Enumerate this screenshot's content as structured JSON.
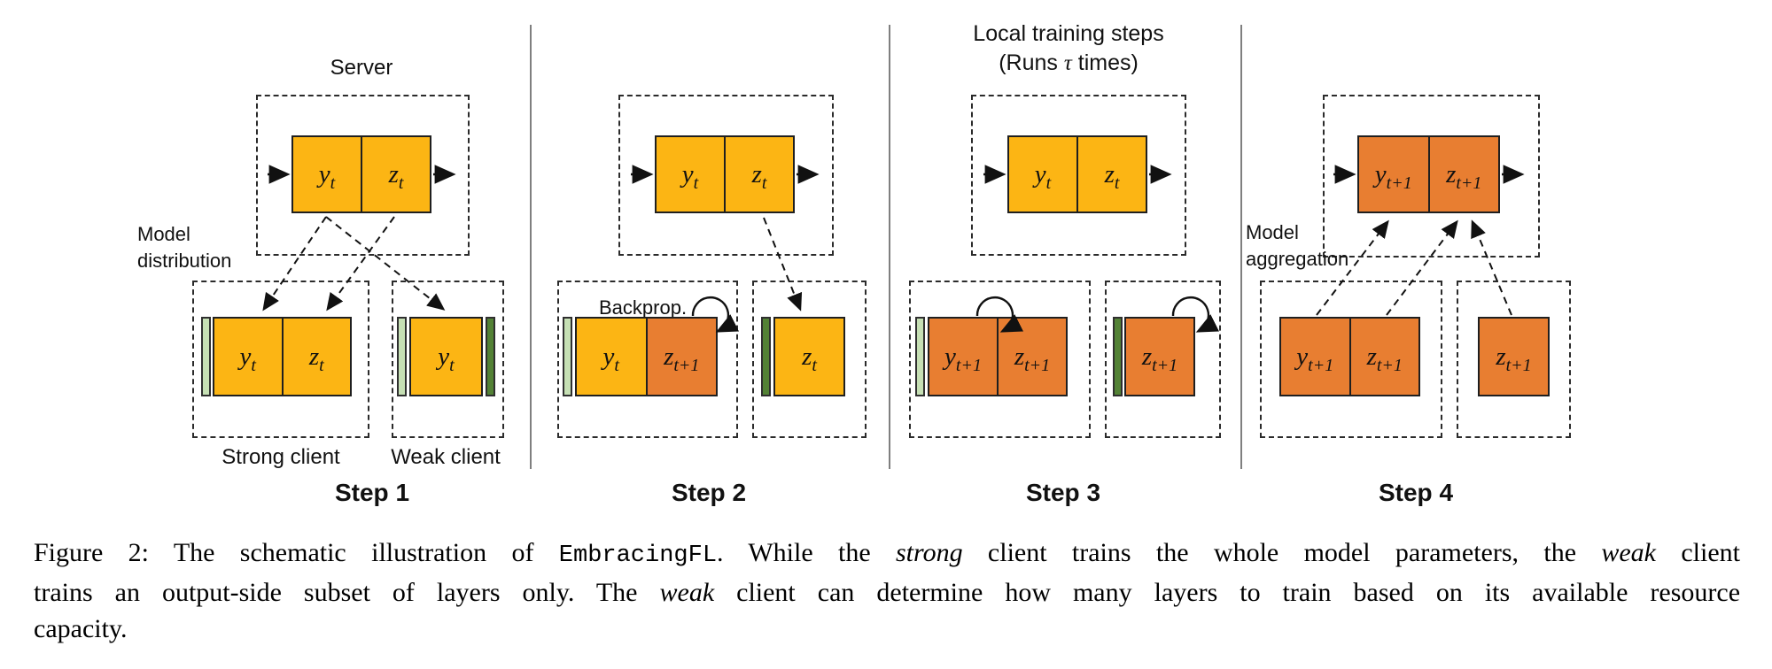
{
  "figure": {
    "colors": {
      "model_yellow": "#FCB514",
      "model_orange": "#E87E31",
      "frozen_light_green": "#C6E0B4",
      "frozen_dark_green": "#538235"
    },
    "panels": {
      "p1": {
        "server_label": "Server",
        "side_label_line1": "Model",
        "side_label_line2": "distribution",
        "server": {
          "l": {
            "b": "y",
            "s": "t"
          },
          "r": {
            "b": "z",
            "s": "t"
          }
        },
        "strong": {
          "l": {
            "b": "y",
            "s": "t"
          },
          "r": {
            "b": "z",
            "s": "t"
          }
        },
        "weak": {
          "c": {
            "b": "y",
            "s": "t"
          }
        },
        "strong_label": "Strong client",
        "weak_label": "Weak client",
        "step_label": "Step 1"
      },
      "p2": {
        "backprop_label": "Backprop.",
        "server": {
          "l": {
            "b": "y",
            "s": "t"
          },
          "r": {
            "b": "z",
            "s": "t"
          }
        },
        "strong": {
          "l": {
            "b": "y",
            "s": "t"
          },
          "r": {
            "b": "z",
            "s": "t+1"
          }
        },
        "weak": {
          "c": {
            "b": "z",
            "s": "t"
          }
        },
        "step_label": "Step 2"
      },
      "p3": {
        "title_line1": "Local training steps",
        "title_line2_pre": "(Runs ",
        "title_tau": "τ",
        "title_line2_post": " times)",
        "server": {
          "l": {
            "b": "y",
            "s": "t"
          },
          "r": {
            "b": "z",
            "s": "t"
          }
        },
        "strong": {
          "l": {
            "b": "y",
            "s": "t+1"
          },
          "r": {
            "b": "z",
            "s": "t+1"
          }
        },
        "weak": {
          "c": {
            "b": "z",
            "s": "t+1"
          }
        },
        "step_label": "Step 3"
      },
      "p4": {
        "side_label_line1": "Model",
        "side_label_line2": "aggregation",
        "server": {
          "l": {
            "b": "y",
            "s": "t+1"
          },
          "r": {
            "b": "z",
            "s": "t+1"
          }
        },
        "strong": {
          "l": {
            "b": "y",
            "s": "t+1"
          },
          "r": {
            "b": "z",
            "s": "t+1"
          }
        },
        "weak": {
          "c": {
            "b": "z",
            "s": "t+1"
          }
        },
        "step_label": "Step 4"
      }
    },
    "caption": {
      "line1": [
        {
          "t": "Figure 2:  The schematic illustration of "
        },
        {
          "t": "EmbracingFL"
        },
        {
          "t": ". While the "
        },
        {
          "t": "strong"
        },
        {
          "t": " client trains the whole model parameters, the "
        },
        {
          "t": "weak"
        },
        {
          "t": " client"
        }
      ],
      "line2": [
        {
          "t": "trains an output-side subset of layers only. The "
        },
        {
          "t": "weak"
        },
        {
          "t": " client can determine how many layers to train based on its available resource"
        }
      ],
      "line3": [
        {
          "t": "capacity."
        }
      ]
    }
  }
}
